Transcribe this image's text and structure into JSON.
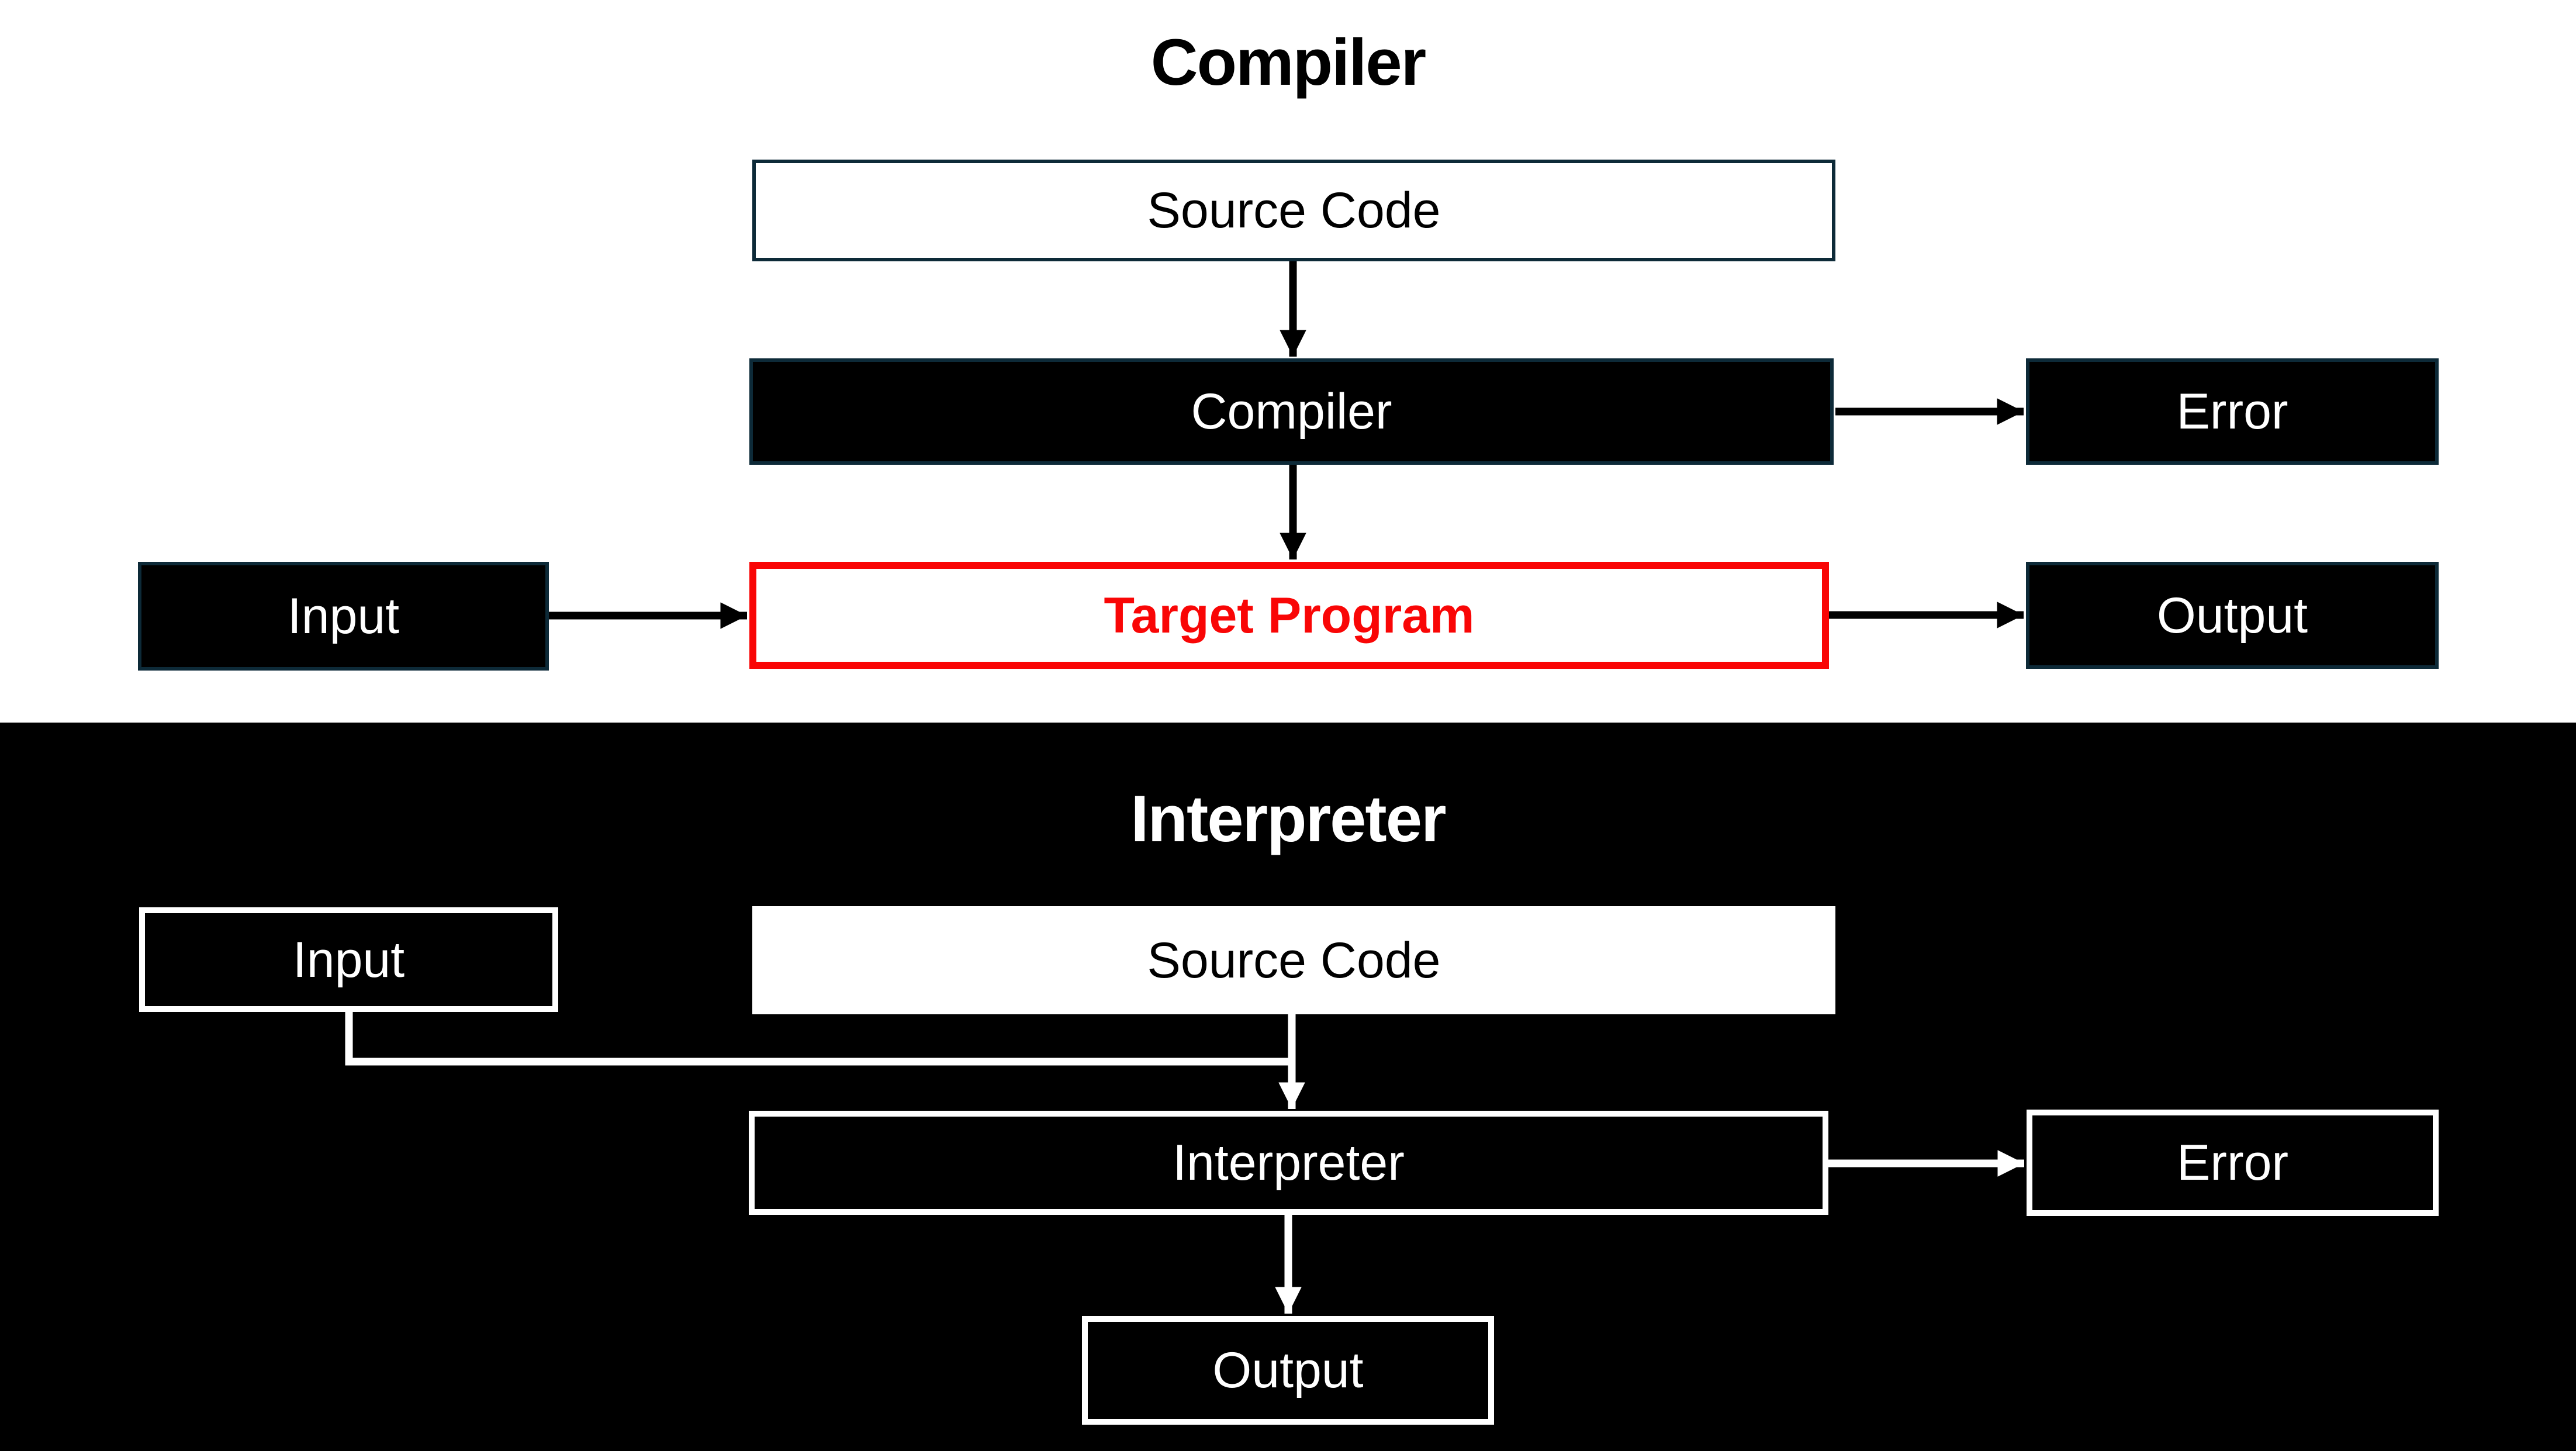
{
  "compiler_section": {
    "title": "Compiler",
    "source_code_label": "Source Code",
    "compiler_label": "Compiler",
    "error_label": "Error",
    "input_label": "Input",
    "target_program_label": "Target Program",
    "output_label": "Output"
  },
  "interpreter_section": {
    "title": "Interpreter",
    "input_label": "Input",
    "source_code_label": "Source Code",
    "interpreter_label": "Interpreter",
    "error_label": "Error",
    "output_label": "Output"
  },
  "colors": {
    "compiler_section_background": "#ffffff",
    "interpreter_section_background": "#000000",
    "dark_box_fill": "#000000",
    "dark_box_border": "#0d2a38",
    "light_box_fill": "#ffffff",
    "highlight_red": "#f90606",
    "dark_arrow": "#000000",
    "light_arrow": "#ffffff"
  }
}
